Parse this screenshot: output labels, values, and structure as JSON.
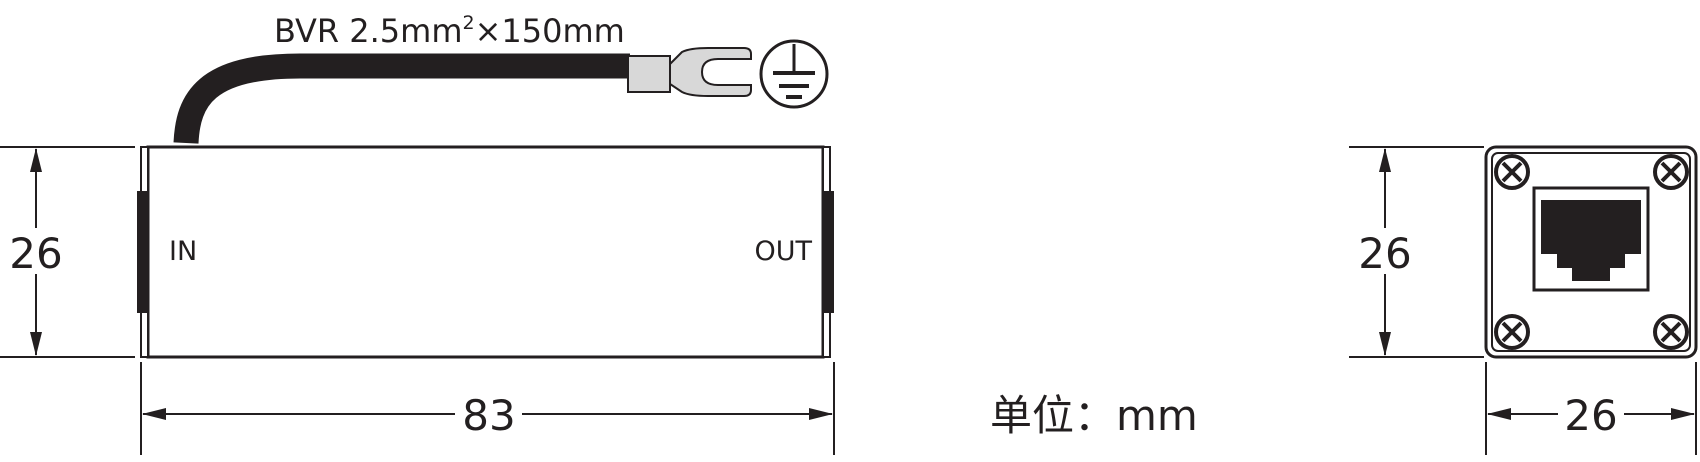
{
  "cable_spec": {
    "prefix": "BVR 2.5mm",
    "superscript": "2",
    "suffix": "×150mm"
  },
  "ports": {
    "in_label": "IN",
    "out_label": "OUT"
  },
  "dimensions": {
    "side_height": "26",
    "side_length": "83",
    "front_height": "26",
    "front_width": "26"
  },
  "units": {
    "label": "单位：mm"
  },
  "icons": {
    "ground": "ground-symbol-icon",
    "screw": "screw-cross-icon",
    "rj45": "rj45-jack-icon"
  },
  "colors": {
    "line": "#231f20",
    "lug": "#d8d8d8"
  }
}
